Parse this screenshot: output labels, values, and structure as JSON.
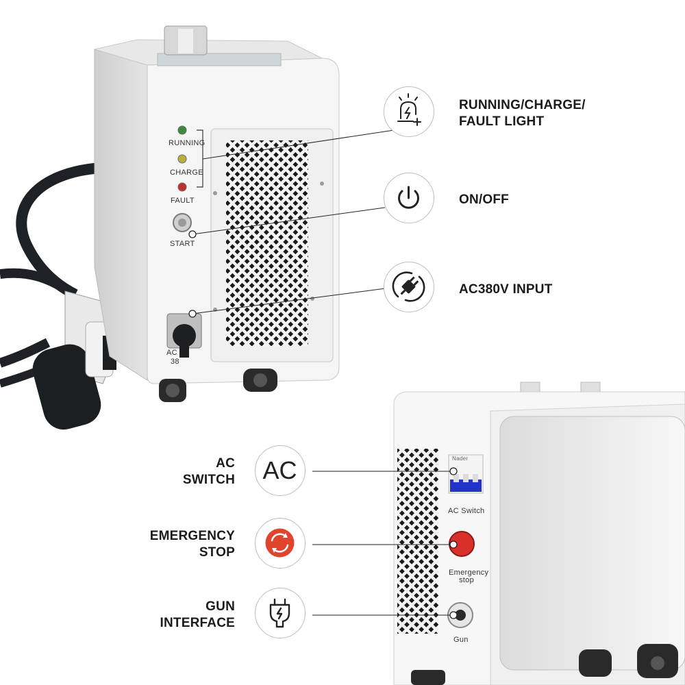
{
  "callouts_top": [
    {
      "id": "running",
      "lines": [
        "RUNNING/CHARGE/",
        "FAULT LIGHT"
      ],
      "icon": "alarm-light-icon"
    },
    {
      "id": "onoff",
      "lines": [
        "ON/OFF"
      ],
      "icon": "power-icon"
    },
    {
      "id": "ac380",
      "lines": [
        "AC380V INPUT"
      ],
      "icon": "plug-icon"
    }
  ],
  "callouts_bottom": [
    {
      "id": "acswitch",
      "lines": [
        "AC",
        "SWITCH"
      ],
      "icon": "ac-text-icon",
      "icon_text": "AC"
    },
    {
      "id": "estop",
      "lines": [
        "EMERGENCY",
        "STOP"
      ],
      "icon": "emergency-stop-icon"
    },
    {
      "id": "gun",
      "lines": [
        "GUN",
        "INTERFACE"
      ],
      "icon": "gun-plug-icon"
    }
  ],
  "front_panel": {
    "running": "RUNNING",
    "charge": "CHARGE",
    "fault": "FAULT",
    "start": "START",
    "ac_partial": "AC",
    "volt_partial": "38"
  },
  "side_panel": {
    "brand": "Nader",
    "ac_switch": "AC  Switch",
    "emergency_line1": "Emergency",
    "emergency_line2": "stop",
    "gun": "Gun"
  },
  "colors": {
    "led_running": "#3a8a3a",
    "led_charge": "#b9b03a",
    "led_fault": "#c03030",
    "estop_red": "#d8302a",
    "switch_blue": "#2233cc"
  }
}
